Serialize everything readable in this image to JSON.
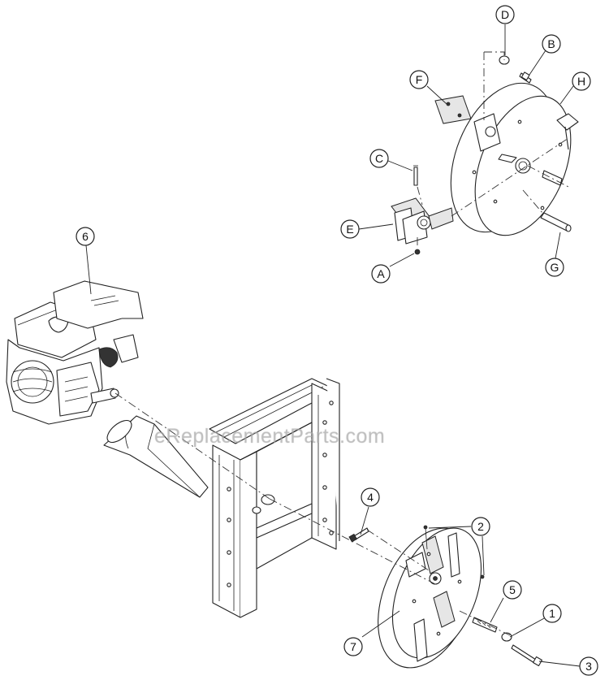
{
  "watermark": "eReplacementParts.com",
  "callouts": {
    "A": "A",
    "B": "B",
    "C": "C",
    "D": "D",
    "E": "E",
    "F": "F",
    "G": "G",
    "H": "H",
    "n1": "1",
    "n2": "2",
    "n3": "3",
    "n4": "4",
    "n5": "5",
    "n6": "6",
    "n7": "7"
  }
}
